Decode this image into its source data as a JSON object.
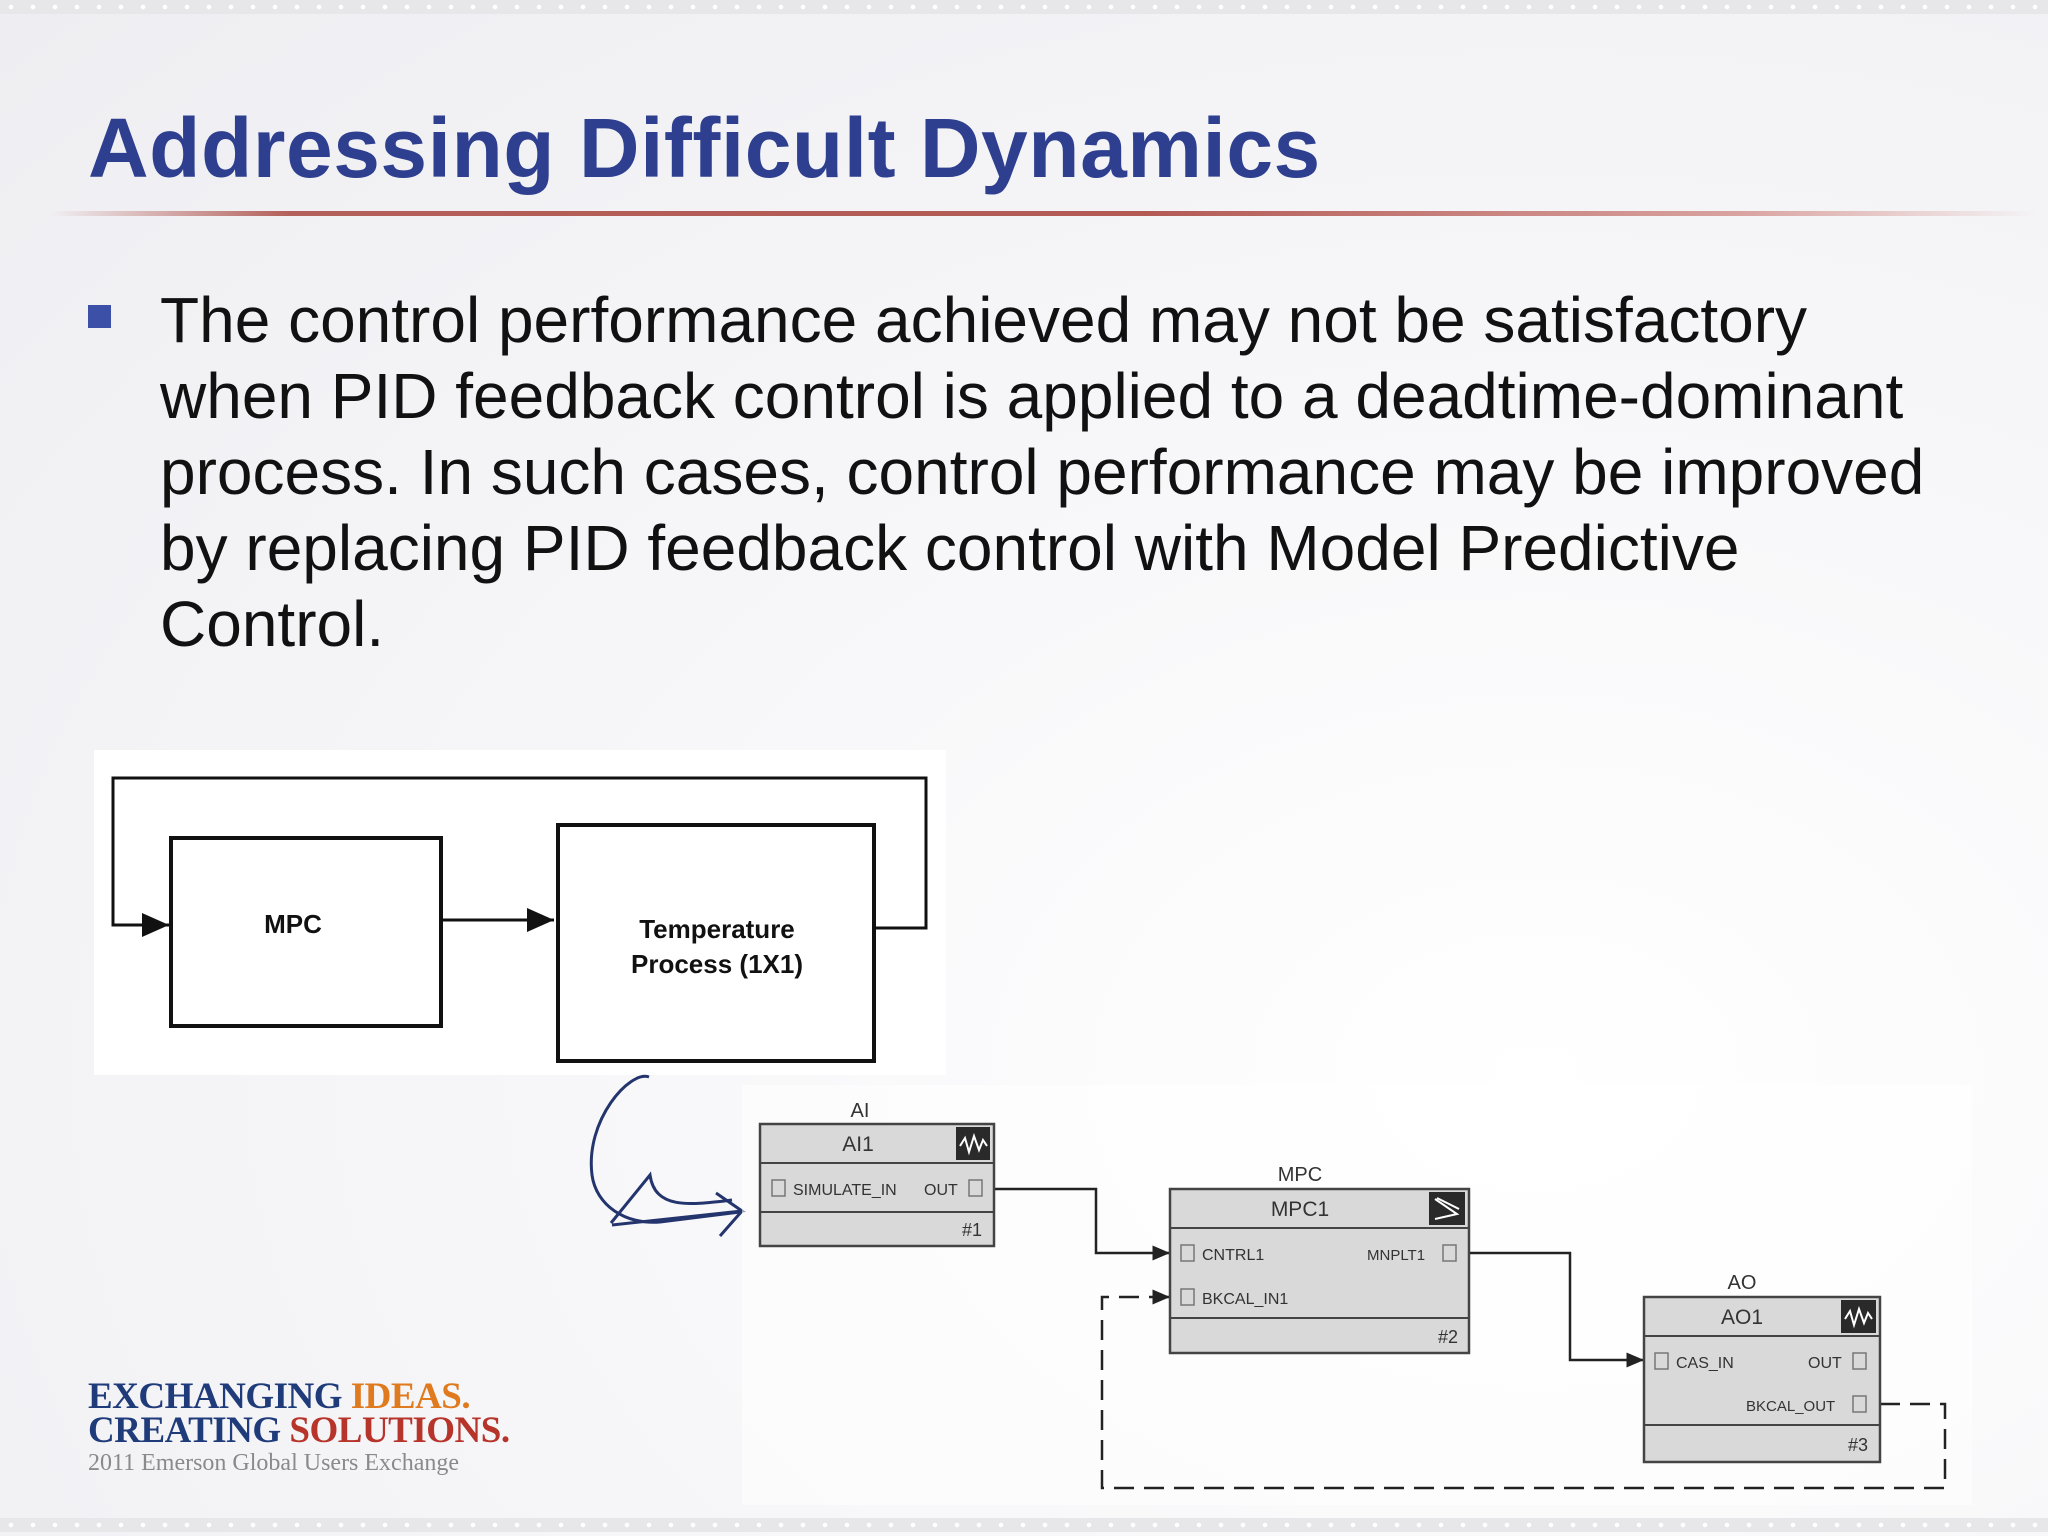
{
  "slide": {
    "title": "Addressing Difficult Dynamics",
    "bullet": "The control performance achieved may not be satisfactory when PID feedback control is applied to a deadtime-dominant process. In such cases, control performance may be improved by replacing PID feedback control with Model Predictive Control."
  },
  "block_diagram": {
    "controller_label": "MPC",
    "process_label_line1": "Temperature",
    "process_label_line2": "Process (1X1)"
  },
  "function_blocks": {
    "ai": {
      "type": "AI",
      "name": "AI1",
      "input": "SIMULATE_IN",
      "output": "OUT",
      "number": "#1"
    },
    "mpc": {
      "type": "MPC",
      "name": "MPC1",
      "input1": "CNTRL1",
      "input2": "BKCAL_IN1",
      "output": "MNPLT1",
      "number": "#2"
    },
    "ao": {
      "type": "AO",
      "name": "AO1",
      "input": "CAS_IN",
      "output1": "OUT",
      "output2": "BKCAL_OUT",
      "number": "#3"
    }
  },
  "logo": {
    "line1_part1": "EXCHANGING",
    "line1_part2": "IDEAS.",
    "line2_part1": "CREATING",
    "line2_part2": "SOLUTIONS.",
    "subtitle": "2011 Emerson Global Users Exchange"
  },
  "colors": {
    "title": "#2e3f8f",
    "title_rule": "#b35a55",
    "bullet": "#3d50a8",
    "block_fill": "#d9d9d9"
  }
}
